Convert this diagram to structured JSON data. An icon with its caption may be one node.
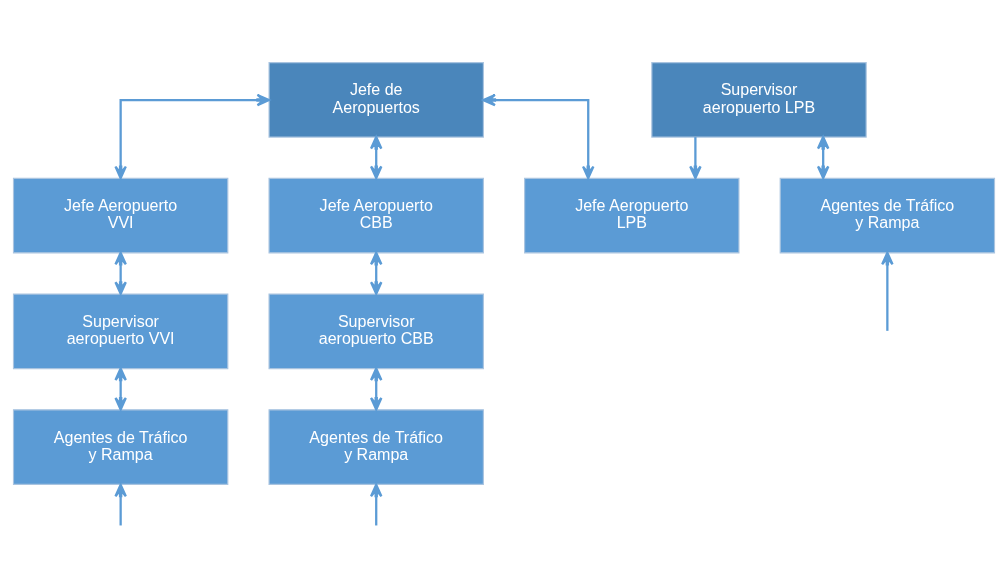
{
  "diagram": {
    "nodes": [
      {
        "text": [
          "Jefe de Aeropuertos"
        ]
      },
      {
        "text": [
          "Jefe Aeropuerto LPB"
        ]
      },
      {
        "text": [
          "Jefe Aeropuerto VVI"
        ]
      },
      {
        "text": [
          "Jefe Aeropuerto CBB"
        ]
      },
      {
        "text": [
          "Supervisor aeropuerto LPB"
        ]
      },
      {
        "text": [
          "Supervisor aeropuerto VVI"
        ]
      },
      {
        "text": [
          "Supervisor aeropuerto CBB"
        ]
      },
      {
        "text": [
          "Agentes de Tráfico y Rampa"
        ]
      },
      {
        "text": [
          "Agentes de Tráfico y Rampa"
        ]
      },
      {
        "text": [
          "Agentes de Tráfico y Rampa"
        ]
      }
    ],
    "edges": [
      {
        "from": 0,
        "to": 1,
        "arrow": "both"
      },
      {
        "from": 0,
        "to": 2,
        "arrow": "both"
      },
      {
        "from": 0,
        "to": 3,
        "arrow": "both"
      },
      {
        "from": 4,
        "to": 1,
        "arrow": "to"
      },
      {
        "from": 2,
        "to": 5,
        "arrow": "both"
      },
      {
        "from": 3,
        "to": 6,
        "arrow": "both"
      },
      {
        "from": 4,
        "to": 7,
        "arrow": "both"
      },
      {
        "from": 5,
        "to": 8,
        "arrow": "both"
      },
      {
        "from": 6,
        "to": 9,
        "arrow": "both"
      },
      {
        "from": null,
        "to": 7,
        "arrow": "to"
      },
      {
        "from": null,
        "to": 8,
        "arrow": "to"
      },
      {
        "from": null,
        "to": 9,
        "arrow": "to"
      }
    ]
  }
}
